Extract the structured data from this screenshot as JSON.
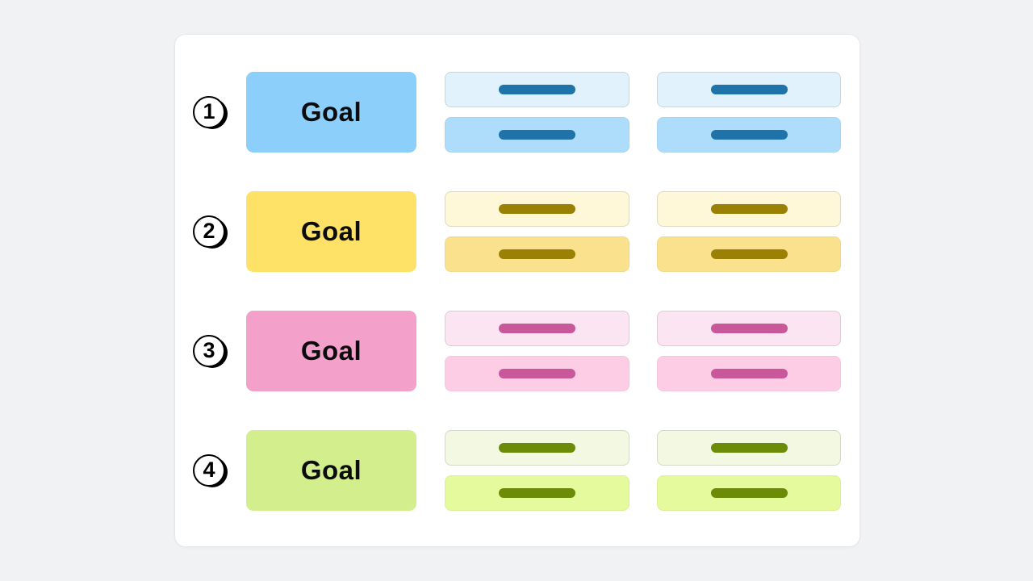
{
  "theme": {
    "page_background": "#f1f2f4",
    "card_background": "#ffffff",
    "card_border": "#e7e8ea",
    "badge_stroke": "#000000",
    "goal_text_color": "#0c0c0c"
  },
  "rows": [
    {
      "number": "1",
      "goal_label": "Goal",
      "goal_color": "#8dcffb",
      "light_color": "#e2f2fd",
      "medium_color": "#aedcfb",
      "bar_color": "#1f73a8"
    },
    {
      "number": "2",
      "goal_label": "Goal",
      "goal_color": "#fde267",
      "light_color": "#fef8d8",
      "medium_color": "#fae18e",
      "bar_color": "#9b8006"
    },
    {
      "number": "3",
      "goal_label": "Goal",
      "goal_color": "#f3a0ca",
      "light_color": "#fbe5f2",
      "medium_color": "#fdcde5",
      "bar_color": "#c85899"
    },
    {
      "number": "4",
      "goal_label": "Goal",
      "goal_color": "#d3ee8c",
      "light_color": "#f2f8e2",
      "medium_color": "#e4fa9c",
      "bar_color": "#6c8b06"
    }
  ]
}
